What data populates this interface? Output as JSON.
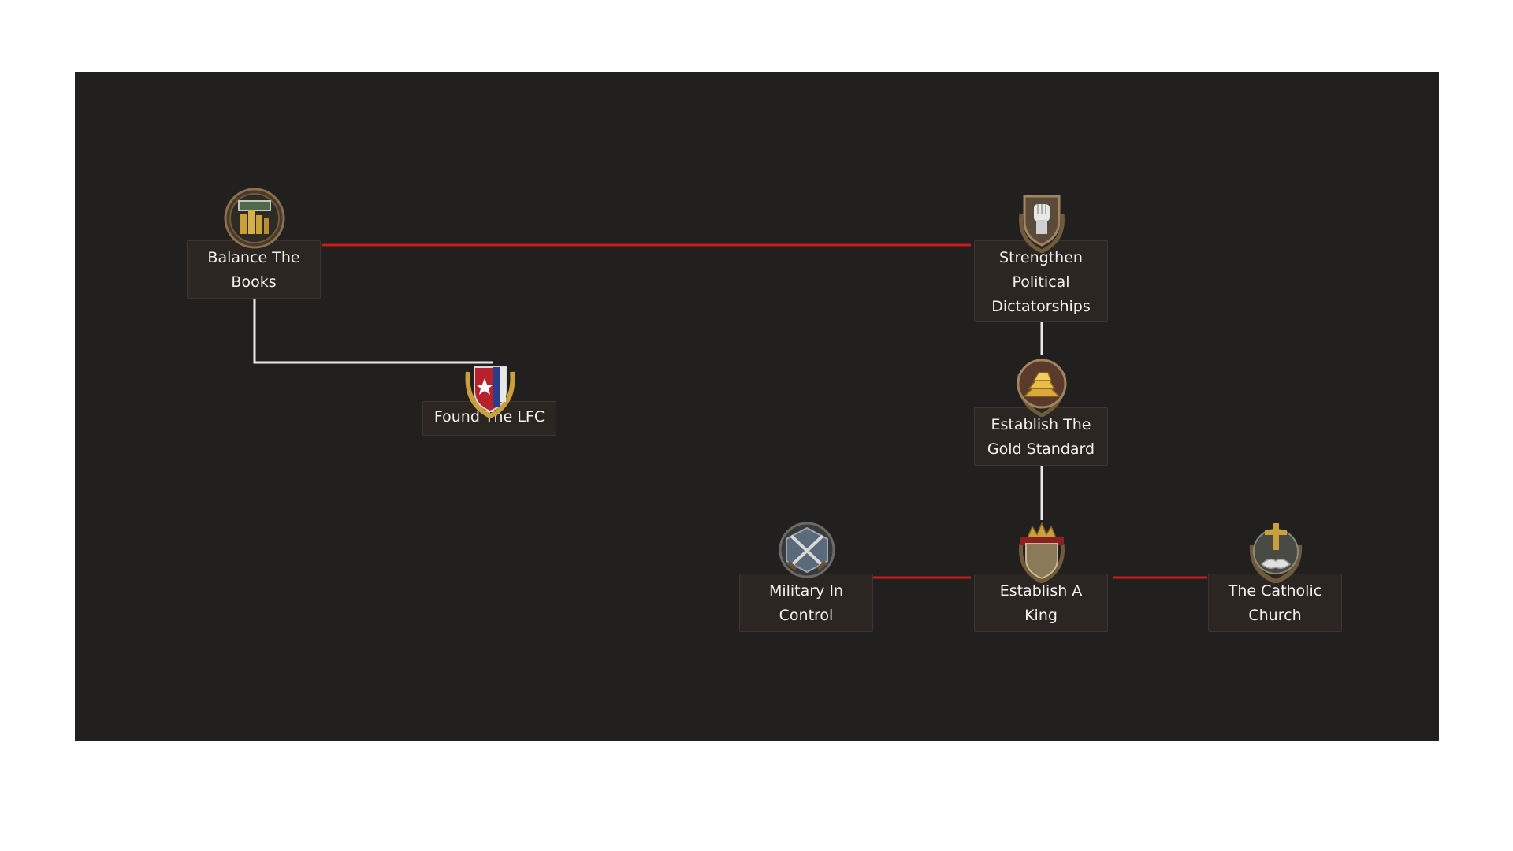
{
  "focus_tree": {
    "nodes": [
      {
        "id": "balance",
        "label": "Balance The Books",
        "lines": [
          "Balance The",
          "Books"
        ],
        "icon": "money-stack-icon"
      },
      {
        "id": "lfc",
        "label": "Found The LFC",
        "lines": [
          "Found The LFC"
        ],
        "icon": "flag-shield-icon"
      },
      {
        "id": "strengthen",
        "label": "Strengthen Political Dictatorships",
        "lines": [
          "Strengthen",
          "Political",
          "Dictatorships"
        ],
        "icon": "raised-fist-icon"
      },
      {
        "id": "gold",
        "label": "Establish The Gold Standard",
        "lines": [
          "Establish The",
          "Gold Standard"
        ],
        "icon": "gold-bars-icon"
      },
      {
        "id": "military",
        "label": "Military In Control",
        "lines": [
          "Military In",
          "Control"
        ],
        "icon": "crossed-swords-icon"
      },
      {
        "id": "king",
        "label": "Establish A King",
        "lines": [
          "Establish A",
          "King"
        ],
        "icon": "crown-shield-icon"
      },
      {
        "id": "church",
        "label": "The Catholic Church",
        "lines": [
          "The Catholic",
          "Church"
        ],
        "icon": "cross-handshake-icon"
      }
    ],
    "connections": [
      {
        "from": "balance",
        "to": "strengthen",
        "type": "mutually-exclusive",
        "color": "#cc1a1a"
      },
      {
        "from": "balance",
        "to": "lfc",
        "type": "prerequisite",
        "color": "#e8e8e8"
      },
      {
        "from": "strengthen",
        "to": "gold",
        "type": "prerequisite",
        "color": "#e8e8e8"
      },
      {
        "from": "gold",
        "to": "king",
        "type": "prerequisite",
        "color": "#e8e8e8"
      },
      {
        "from": "military",
        "to": "king",
        "type": "mutually-exclusive",
        "color": "#cc1a1a"
      },
      {
        "from": "king",
        "to": "church",
        "type": "mutually-exclusive",
        "color": "#cc1a1a"
      }
    ]
  },
  "colors": {
    "background": "#22201e",
    "label_background": "#2c2623",
    "mutually_exclusive": "#cc1a1a",
    "prerequisite": "#e8e8e8"
  }
}
